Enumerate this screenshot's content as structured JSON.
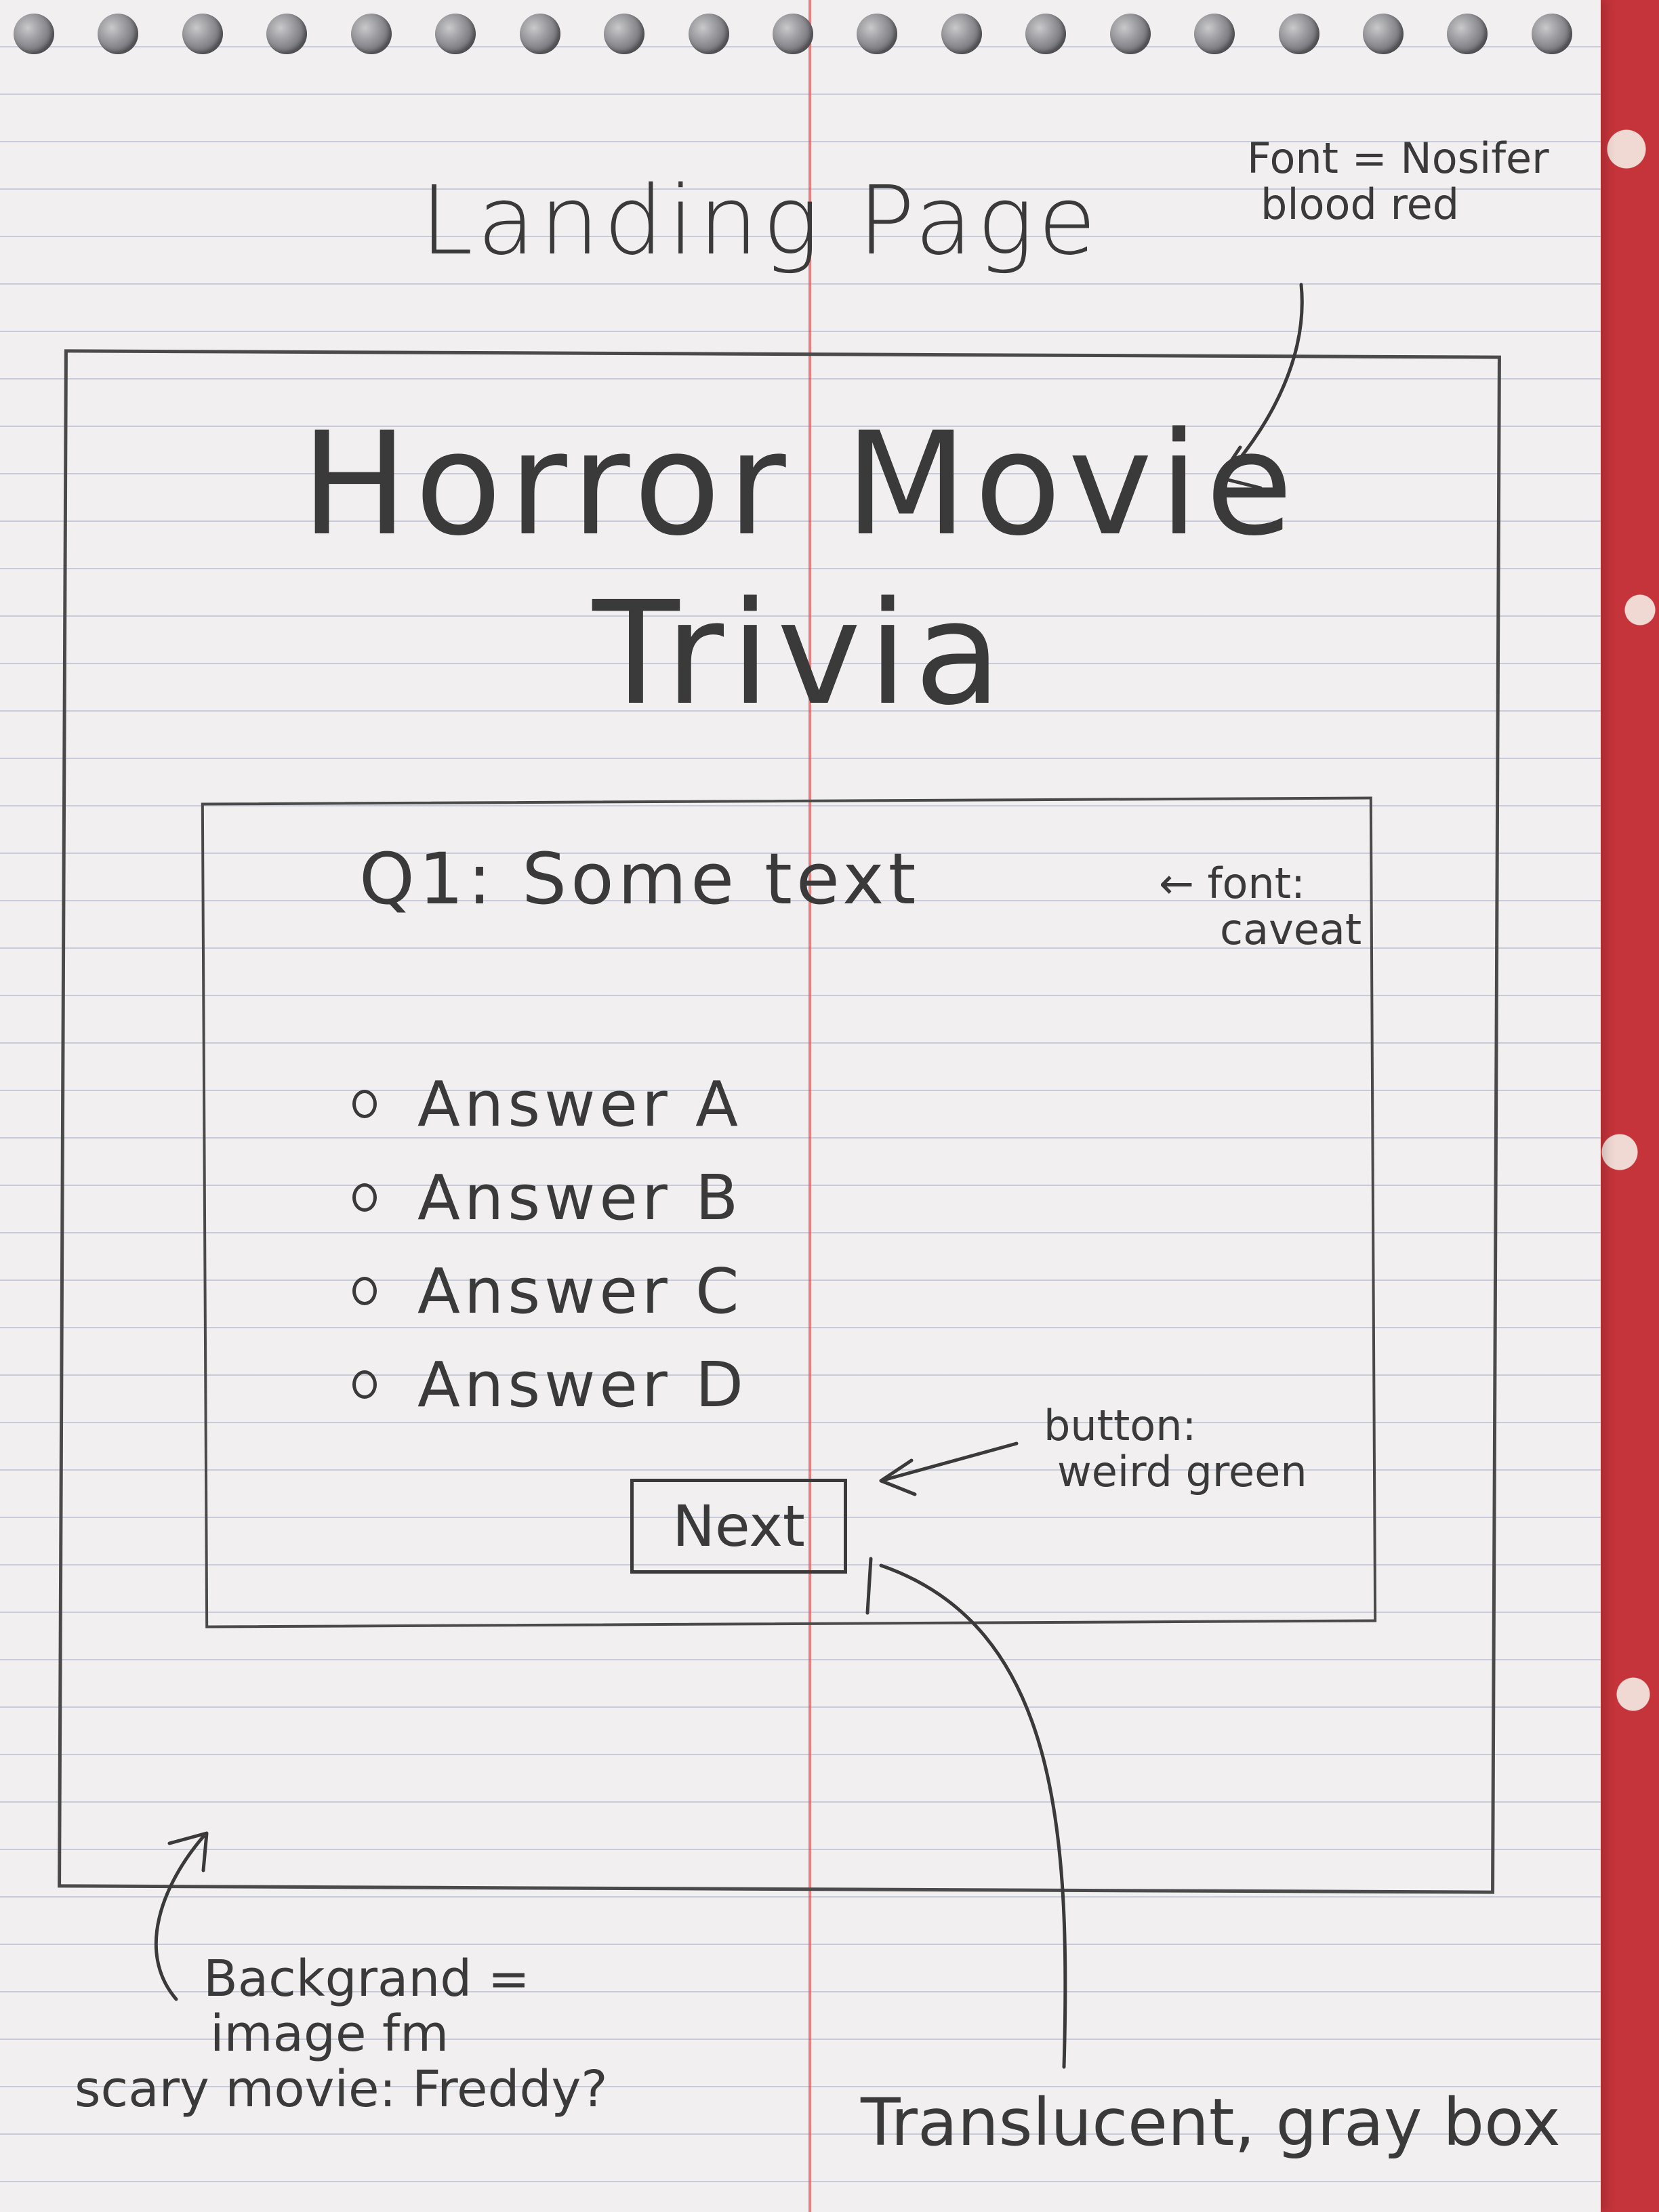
{
  "sketch": {
    "page_heading": "Landing Page",
    "site_title_line1": "Horror Movie",
    "site_title_line2": "Trivia",
    "question": "Q1: Some text",
    "answers": [
      {
        "label": "Answer A"
      },
      {
        "label": "Answer B"
      },
      {
        "label": "Answer C"
      },
      {
        "label": "Answer D"
      }
    ],
    "next_button_label": "Next"
  },
  "annotations": {
    "title_font": [
      "Font = Nosifer",
      "blood red"
    ],
    "question_font": [
      "← font:",
      "caveat"
    ],
    "button_note": [
      "button:",
      "weird green"
    ],
    "background_note": [
      "Backgrand =",
      "image fm",
      "scary movie: Freddy?"
    ],
    "box_note": "Translucent, gray box"
  },
  "colors": {
    "paper": "#f2eff1",
    "margin_line": "#e85a5a",
    "rule_line": "#96a0be",
    "ink": "#3a3a3a",
    "table_surface": "#c4343a"
  }
}
